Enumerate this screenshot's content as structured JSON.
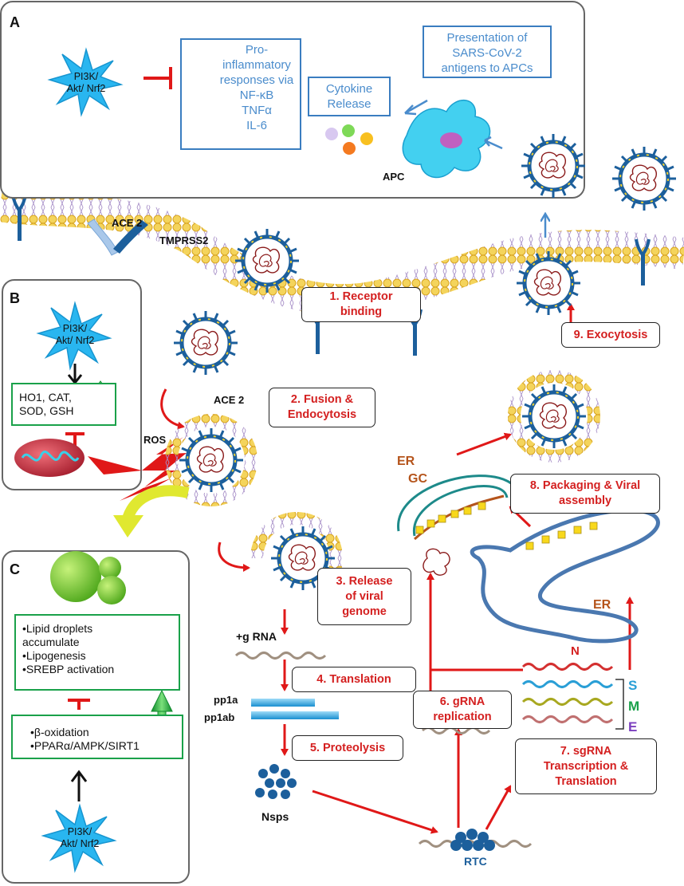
{
  "panels": {
    "a": "A",
    "b": "B",
    "c": "C"
  },
  "pathway": "PI3K/\nAkt/ Nrf2",
  "panel_a": {
    "proinflammatory": "Pro-\ninflammatory\nresponses via\nNF-κB\nTNFα\nIL-6",
    "cytokine": "Cytokine\nRelease",
    "presentation": "Presentation of\nSARS-CoV-2\nantigens to APCs",
    "apc": "APC"
  },
  "membrane": {
    "ace2_top": "ACE 2",
    "tmprss2": "TMPRSS2",
    "ace2_bottom": "ACE 2",
    "ros": "ROS"
  },
  "panel_b": {
    "antioxidants": "HO1, CAT,\nSOD, GSH"
  },
  "panel_c": {
    "lipid_list": "•Lipid droplets\n accumulate\n•Lipogenesis\n•SREBP activation",
    "oxidation": "•β-oxidation\n•PPARα/AMPK/SIRT1"
  },
  "steps": {
    "s1": "1. Receptor\nbinding",
    "s2": "2. Fusion &\nEndocytosis",
    "s3": "3. Release\nof viral\ngenome",
    "s4": "4. Translation",
    "s5": "5. Proteolysis",
    "s6": "6. gRNA\nreplication",
    "s7": "7. sgRNA\nTranscription &\nTranslation",
    "s8": "8. Packaging & Viral\nassembly",
    "s9": "9. Exocytosis"
  },
  "molecules": {
    "grna": "+g RNA",
    "pp1a": "pp1a",
    "pp1ab": "pp1ab",
    "nsps": "Nsps",
    "rtc": "RTC",
    "n": "N",
    "s": "S",
    "m": "M",
    "e": "E",
    "er": "ER",
    "gc": "GC",
    "er_mid": "ER"
  },
  "colors": {
    "arrow_red": "#e01818",
    "box_blue": "#3a7dc0",
    "box_green": "#1aa14a",
    "star_blue": "#29b6f0",
    "s_color": "#2a9fd6",
    "m_color": "#1aa14a",
    "e_color": "#7b3fbf",
    "er_color": "#b5541b"
  }
}
